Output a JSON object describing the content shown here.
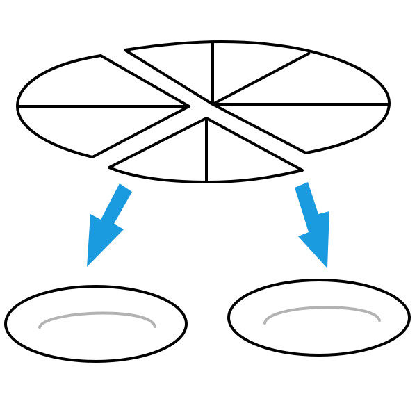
{
  "diagram": {
    "description_items": {
      "pizza": "pizza-sliced-into-pieces",
      "plates": [
        "left-plate",
        "right-plate"
      ],
      "arrows": [
        "left-arrow",
        "right-arrow"
      ]
    },
    "colors": {
      "stroke": "#000000",
      "fill": "#ffffff",
      "arrow": "#1a9be0",
      "plate_rim": "#b3b3b3"
    },
    "pizza": {
      "left_part_slices": 2,
      "right_part_slices": 4,
      "bottom_part_slices": 2
    }
  }
}
